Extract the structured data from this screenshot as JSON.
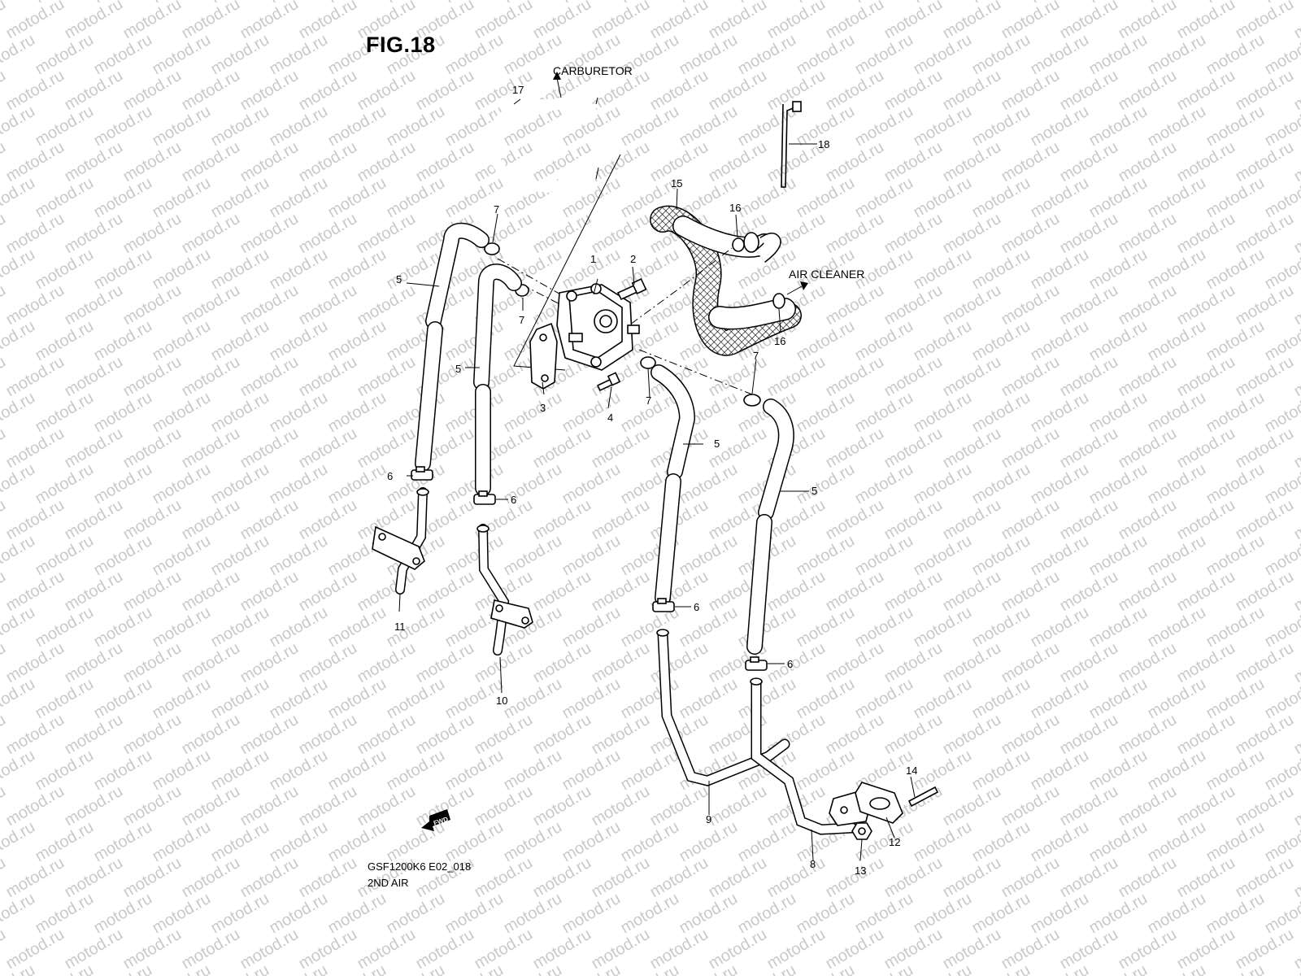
{
  "figure": {
    "title": "FIG.18",
    "model_code": "GSF1200K6 E02_018",
    "subtitle": "2ND AIR"
  },
  "labels": {
    "carburetor": "CARBURETOR",
    "air_cleaner": "AIR CLEANER",
    "fwd": "FWD"
  },
  "watermark": "motod.ru",
  "callouts": {
    "c1": "1",
    "c2": "2",
    "c3": "3",
    "c4": "4",
    "c5a": "5",
    "c5b": "5",
    "c5c": "5",
    "c5d": "5",
    "c6a": "6",
    "c6b": "6",
    "c6c": "6",
    "c6d": "6",
    "c7a": "7",
    "c7b": "7",
    "c7c": "7",
    "c7d": "7",
    "c8": "8",
    "c9": "9",
    "c10": "10",
    "c11": "11",
    "c12": "12",
    "c13": "13",
    "c14": "14",
    "c15": "15",
    "c16a": "16",
    "c16b": "16",
    "c17": "17",
    "c18": "18"
  }
}
